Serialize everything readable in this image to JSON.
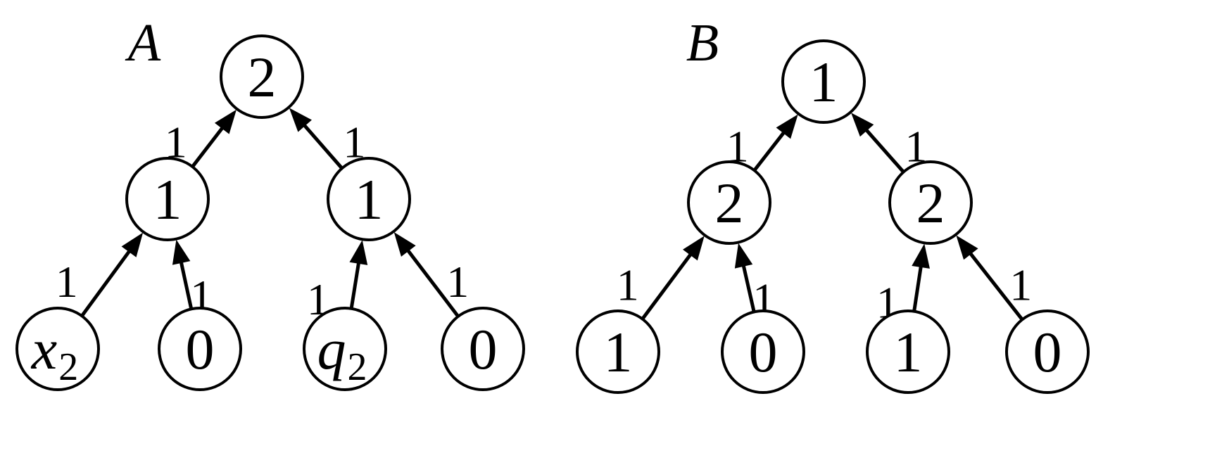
{
  "trees": [
    {
      "title": "A",
      "nodes": [
        {
          "id": "a-root",
          "label": "2"
        },
        {
          "id": "a-mid-left",
          "label": "1"
        },
        {
          "id": "a-mid-right",
          "label": "1"
        },
        {
          "id": "a-leaf-1",
          "label": "x",
          "subscript": "2",
          "italic": true
        },
        {
          "id": "a-leaf-2",
          "label": "0"
        },
        {
          "id": "a-leaf-3",
          "label": "q",
          "subscript": "2",
          "italic": true
        },
        {
          "id": "a-leaf-4",
          "label": "0"
        }
      ],
      "edges": [
        {
          "from": "a-mid-left",
          "to": "a-root",
          "weight": "1"
        },
        {
          "from": "a-mid-right",
          "to": "a-root",
          "weight": "1"
        },
        {
          "from": "a-leaf-1",
          "to": "a-mid-left",
          "weight": "1"
        },
        {
          "from": "a-leaf-2",
          "to": "a-mid-left",
          "weight": "1"
        },
        {
          "from": "a-leaf-3",
          "to": "a-mid-right",
          "weight": "1"
        },
        {
          "from": "a-leaf-4",
          "to": "a-mid-right",
          "weight": "1"
        }
      ]
    },
    {
      "title": "B",
      "nodes": [
        {
          "id": "b-root",
          "label": "1"
        },
        {
          "id": "b-mid-left",
          "label": "2"
        },
        {
          "id": "b-mid-right",
          "label": "2"
        },
        {
          "id": "b-leaf-1",
          "label": "1"
        },
        {
          "id": "b-leaf-2",
          "label": "0"
        },
        {
          "id": "b-leaf-3",
          "label": "1"
        },
        {
          "id": "b-leaf-4",
          "label": "0"
        }
      ],
      "edges": [
        {
          "from": "b-mid-left",
          "to": "b-root",
          "weight": "1"
        },
        {
          "from": "b-mid-right",
          "to": "b-root",
          "weight": "1"
        },
        {
          "from": "b-leaf-1",
          "to": "b-mid-left",
          "weight": "1"
        },
        {
          "from": "b-leaf-2",
          "to": "b-mid-left",
          "weight": "1"
        },
        {
          "from": "b-leaf-3",
          "to": "b-mid-right",
          "weight": "1"
        },
        {
          "from": "b-leaf-4",
          "to": "b-mid-right",
          "weight": "1"
        }
      ]
    }
  ]
}
